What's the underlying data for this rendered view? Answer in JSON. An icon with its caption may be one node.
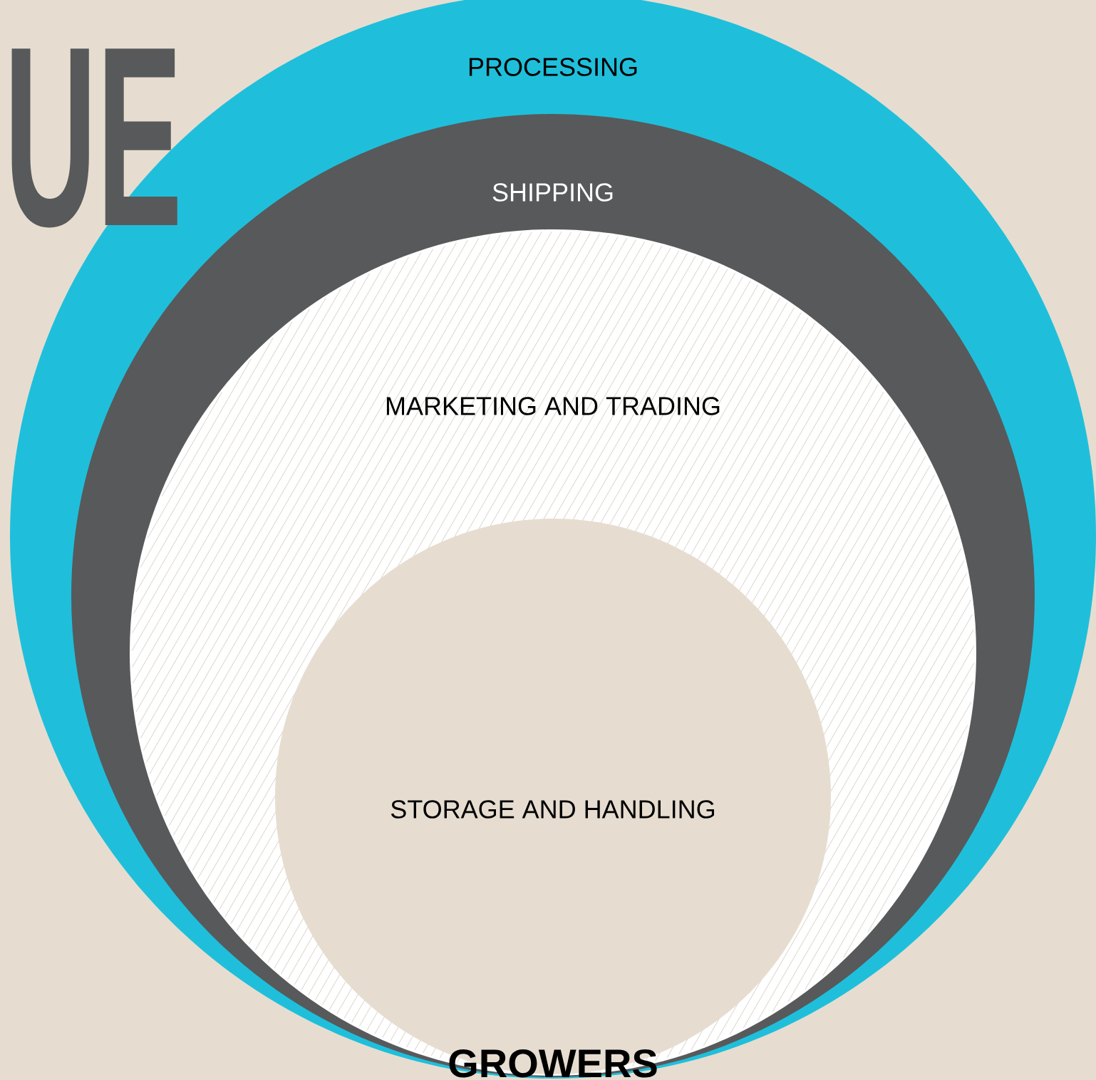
{
  "diagram": {
    "nodes": [
      {
        "text": [
          "PROCESSING"
        ]
      },
      {
        "text": [
          "SHIPPING"
        ],
        "in": 0
      },
      {
        "text": [
          "MARKETING AND TRADING"
        ],
        "in": 1
      },
      {
        "text": [
          "STORAGE AND HANDLING"
        ],
        "in": 2
      }
    ],
    "labels": [
      "UE",
      "GROWERS"
    ]
  }
}
